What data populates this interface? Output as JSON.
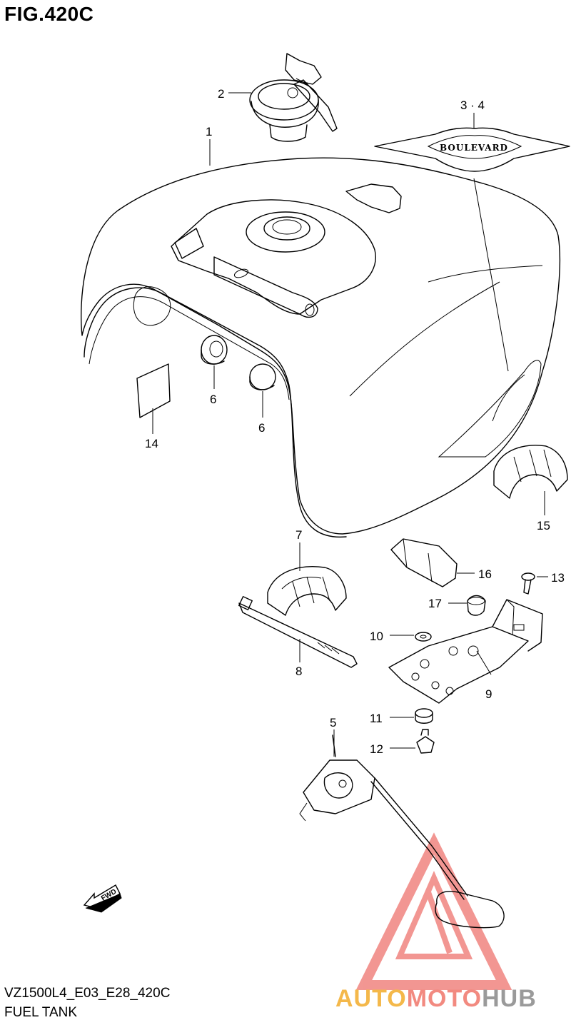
{
  "figure": {
    "title": "FIG.420C"
  },
  "footer": {
    "code": "VZ1500L4_E03_E28_420C",
    "name": "FUEL TANK"
  },
  "emblem_text": "BOULEVARD",
  "fwd_arrow_text": "FWD",
  "callouts": {
    "c1": "1",
    "c2": "2",
    "c34": "3 · 4",
    "c5": "5",
    "c6a": "6",
    "c6b": "6",
    "c7": "7",
    "c8": "8",
    "c9": "9",
    "c10": "10",
    "c11": "11",
    "c12": "12",
    "c13": "13",
    "c14": "14",
    "c15": "15",
    "c16": "16",
    "c17": "17"
  },
  "watermark": {
    "part_a": "AUTO",
    "part_b": "MOTO",
    "part_c": "HUB"
  },
  "colors": {
    "line": "#000000",
    "watermark_red": "#e8413a",
    "watermark_orange": "#f4b84a",
    "watermark_gray": "#9a9a9a"
  }
}
